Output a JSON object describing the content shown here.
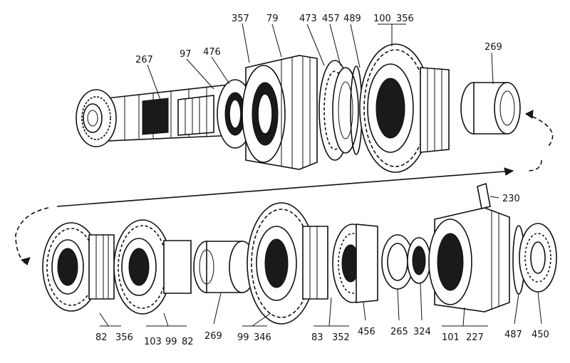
{
  "labels": {
    "n267": "267",
    "n97": "97",
    "n476": "476",
    "n357": "357",
    "n79": "79",
    "n473": "473",
    "n457": "457",
    "n489": "489",
    "n100": "100",
    "n356_top": "356",
    "n269_top": "269",
    "n230": "230",
    "n82_a": "82",
    "n356_bot": "356",
    "n103": "103",
    "n99_a": "99",
    "n82_b": "82",
    "n269_bot": "269",
    "n99_b": "99",
    "n346": "346",
    "n83": "83",
    "n352": "352",
    "n456": "456",
    "n265": "265",
    "n324": "324",
    "n101": "101",
    "n227": "227",
    "n487": "487",
    "n450": "450"
  }
}
